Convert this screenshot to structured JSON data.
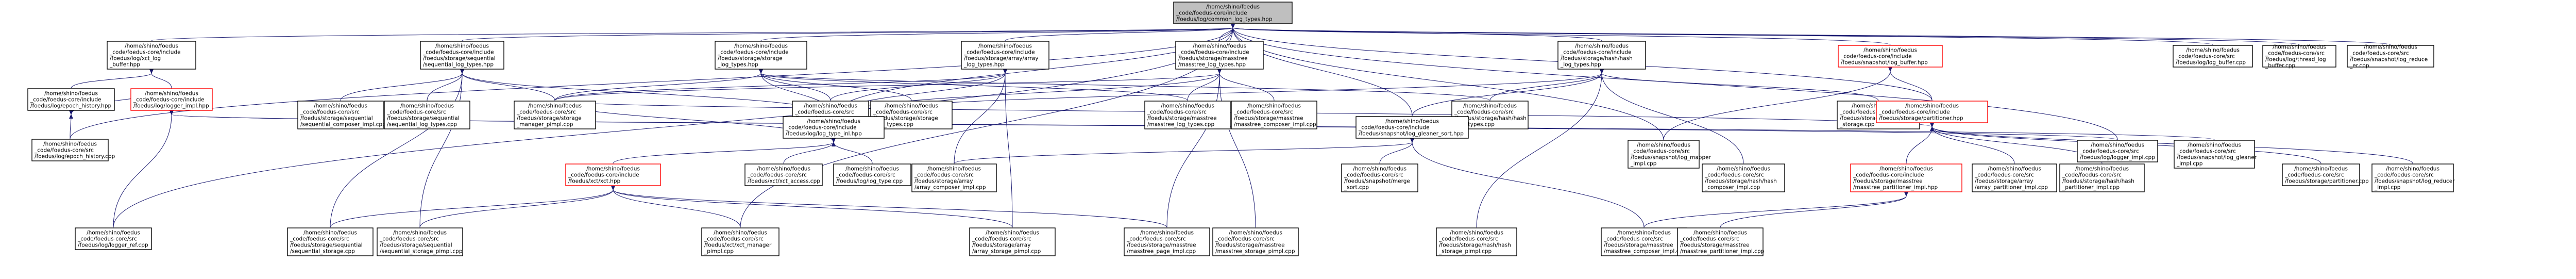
{
  "colors": {
    "root_fill": "#bfbfbf",
    "node_fill": "#ffffff",
    "node_border": "#000000",
    "truncated_border": "#ff0000",
    "edge": "#191970"
  },
  "nodes": [
    {
      "id": "root",
      "root": true,
      "lines": [
        "/home/shino/foedus",
        "_code/foedus-core/include",
        "/foedus/log/common_log_types.hpp"
      ]
    },
    {
      "id": "xct_log",
      "lines": [
        "/home/shino/foedus",
        "_code/foedus-core/include",
        "/foedus/log/xct_log",
        "_buffer.hpp"
      ]
    },
    {
      "id": "seq_log",
      "lines": [
        "/home/shino/foedus",
        "_code/foedus-core/include",
        "/foedus/storage/sequential",
        "/sequential_log_types.hpp"
      ]
    },
    {
      "id": "stor_log",
      "lines": [
        "/home/shino/foedus",
        "_code/foedus-core/include",
        "/foedus/storage/storage",
        "_log_types.hpp"
      ]
    },
    {
      "id": "arr_log",
      "lines": [
        "/home/shino/foedus",
        "_code/foedus-core/include",
        "/foedus/storage/array/array",
        "_log_types.hpp"
      ]
    },
    {
      "id": "mt_log",
      "lines": [
        "/home/shino/foedus",
        "_code/foedus-core/include",
        "/foedus/storage/masstree",
        "/masstree_log_types.hpp"
      ]
    },
    {
      "id": "hash_log",
      "lines": [
        "/home/shino/foedus",
        "_code/foedus-core/include",
        "/foedus/storage/hash/hash",
        "_log_types.hpp"
      ]
    },
    {
      "id": "snap_log_buf",
      "truncated": true,
      "lines": [
        "/home/shino/foedus",
        "_code/foedus-core/include",
        "/foedus/snapshot/log_buffer.hpp"
      ]
    },
    {
      "id": "log_buf_cpp",
      "lines": [
        "/home/shino/foedus",
        "_code/foedus-core/src",
        "/foedus/log/log_buffer.cpp"
      ]
    },
    {
      "id": "thr_log_buf",
      "lines": [
        "/home/shino/foedus",
        "_code/foedus-core/src",
        "/foedus/log/thread_log",
        "_buffer.cpp"
      ]
    },
    {
      "id": "snap_log_red",
      "lines": [
        "/home/shino/foedus",
        "_code/foedus-core/src",
        "/foedus/snapshot/log_reduce",
        "_er.cpp"
      ]
    },
    {
      "id": "epoch_hist",
      "lines": [
        "/home/shino/foedus",
        "_code/foedus-core/include",
        "/foedus/log/epoch_history.hpp"
      ]
    },
    {
      "id": "logger_impl_hpp",
      "truncated": true,
      "lines": [
        "/home/shino/foedus",
        "_code/foedus-core/include",
        "/foedus/log/logger_impl.hpp"
      ]
    },
    {
      "id": "epoch_hist_cpp",
      "lines": [
        "/home/shino/foedus",
        "_code/foedus-core/src",
        "/foedus/log/epoch_history.cpp"
      ]
    },
    {
      "id": "seq_comp",
      "lines": [
        "/home/shino/foedus",
        "_code/foedus-core/src",
        "/foedus/storage/sequential",
        "/sequential_composer_impl.cpp"
      ]
    },
    {
      "id": "seq_log_cpp",
      "lines": [
        "/home/shino/foedus",
        "_code/foedus-core/src",
        "/foedus/storage/sequential",
        "/sequential_log_types.cpp"
      ]
    },
    {
      "id": "stor_man",
      "lines": [
        "/home/shino/foedus",
        "_code/foedus-core/src",
        "/foedus/storage/storage",
        "_manager_pimpl.cpp"
      ]
    },
    {
      "id": "arr_log_cpp",
      "lines": [
        "/home/shino/foedus",
        "_code/foedus-core/src",
        "/foedus/storage/array",
        "/array_log_types.cpp"
      ]
    },
    {
      "id": "stor_log_cpp",
      "lines": [
        "/home/shino/foedus",
        "_code/foedus-core/src",
        "/foedus/storage/storage",
        "_log_types.cpp"
      ]
    },
    {
      "id": "mt_log_cpp",
      "lines": [
        "/home/shino/foedus",
        "_code/foedus-core/src",
        "/foedus/storage/masstree",
        "/masstree_log_types.cpp"
      ]
    },
    {
      "id": "mt_comp",
      "lines": [
        "/home/shino/foedus",
        "_code/foedus-core/src",
        "/foedus/storage/masstree",
        "/masstree_composer_impl.cpp"
      ]
    },
    {
      "id": "hash_log_cpp",
      "lines": [
        "/home/shino/foedus",
        "_code/foedus-core/src",
        "/foedus/storage/hash/hash",
        "_log_types.cpp"
      ]
    },
    {
      "id": "hash_stor",
      "lines": [
        "/home/shino/foedus",
        "_code/foedus-core/src",
        "/foedus/storage/hash/hash",
        "_storage.cpp"
      ]
    },
    {
      "id": "part_hpp",
      "truncated": true,
      "lines": [
        "/home/shino/foedus",
        "_code/foedus-core/include",
        "/foedus/storage/partitioner.hpp"
      ]
    },
    {
      "id": "log_type",
      "lines": [
        "/home/shino/foedus",
        "_code/foedus-core/include",
        "/foedus/log/log_type_inl.hpp"
      ]
    },
    {
      "id": "log_gleaner_sort",
      "lines": [
        "/home/shino/foedus",
        "_code/foedus-core/include",
        "/foedus/snapshot/log_gleaner_sort.hpp"
      ]
    },
    {
      "id": "log_mapper",
      "lines": [
        "/home/shino/foedus",
        "_code/foedus-core/src",
        "/foedus/snapshot/log_mapper",
        "_impl.cpp"
      ]
    },
    {
      "id": "logger_impl_cpp",
      "lines": [
        "/home/shino/foedus",
        "_code/foedus-core/src",
        "/foedus/log/logger_impl.cpp"
      ]
    },
    {
      "id": "log_gleaner_impl",
      "lines": [
        "/home/shino/foedus",
        "_code/foedus-core/src",
        "/foedus/snapshot/log_gleaner",
        "_impl.cpp"
      ]
    },
    {
      "id": "xct_hpp",
      "truncated": true,
      "lines": [
        "/home/shino/foedus",
        "_code/foedus-core/include",
        "/foedus/xct/xct.hpp"
      ]
    },
    {
      "id": "xct_access",
      "lines": [
        "/home/shino/foedus",
        "_code/foedus-core/src",
        "/foedus/xct/xct_access.cpp"
      ]
    },
    {
      "id": "log_type_cpp",
      "lines": [
        "/home/shino/foedus",
        "_code/foedus-core/src",
        "/foedus/log/log_type.cpp"
      ]
    },
    {
      "id": "arr_comp",
      "lines": [
        "/home/shino/foedus",
        "_code/foedus-core/src",
        "/foedus/storage/array",
        "/array_composer_impl.cpp"
      ]
    },
    {
      "id": "merge_sort",
      "lines": [
        "/home/shino/foedus",
        "_code/foedus-core/src",
        "/foedus/snapshot/merge",
        "_sort.cpp"
      ]
    },
    {
      "id": "hash_comp",
      "lines": [
        "/home/shino/foedus",
        "_code/foedus-core/src",
        "/foedus/storage/hash/hash",
        "_composer_impl.cpp"
      ]
    },
    {
      "id": "mt_part_hpp",
      "truncated": true,
      "lines": [
        "/home/shino/foedus",
        "_code/foedus-core/include",
        "/foedus/storage/masstree",
        "/masstree_partitioner_impl.hpp"
      ]
    },
    {
      "id": "arr_part",
      "lines": [
        "/home/shino/foedus",
        "_code/foedus-core/src",
        "/foedus/storage/array",
        "/array_partitioner_impl.cpp"
      ]
    },
    {
      "id": "hash_part",
      "lines": [
        "/home/shino/foedus",
        "_code/foedus-core/src",
        "/foedus/storage/hash/hash",
        "_partitioner_impl.cpp"
      ]
    },
    {
      "id": "partitioner_cpp",
      "lines": [
        "/home/shino/foedus",
        "_code/foedus-core/src",
        "/foedus/storage/partitioner.cpp"
      ]
    },
    {
      "id": "log_reducer_impl",
      "lines": [
        "/home/shino/foedus",
        "_code/foedus-core/src",
        "/foedus/snapshot/log_reducer",
        "_impl.cpp"
      ]
    },
    {
      "id": "logger_ref",
      "lines": [
        "/home/shino/foedus",
        "_code/foedus-core/src",
        "/foedus/log/logger_ref.cpp"
      ]
    },
    {
      "id": "seq_stor",
      "lines": [
        "/home/shino/foedus",
        "_code/foedus-core/src",
        "/foedus/storage/sequential",
        "/sequential_storage.cpp"
      ]
    },
    {
      "id": "seq_stor_pimpl",
      "lines": [
        "/home/shino/foedus",
        "_code/foedus-core/src",
        "/foedus/storage/sequential",
        "/sequential_storage_pimpl.cpp"
      ]
    },
    {
      "id": "xct_man",
      "lines": [
        "/home/shino/foedus",
        "_code/foedus-core/src",
        "/foedus/xct/xct_manager",
        "_pimpl.cpp"
      ]
    },
    {
      "id": "arr_stor",
      "lines": [
        "/home/shino/foedus",
        "_code/foedus-core/src",
        "/foedus/storage/array",
        "/array_storage_pimpl.cpp"
      ]
    },
    {
      "id": "mt_page",
      "lines": [
        "/home/shino/foedus",
        "_code/foedus-core/src",
        "/foedus/storage/masstree",
        "/masstree_page_impl.cpp"
      ]
    },
    {
      "id": "mt_stor",
      "lines": [
        "/home/shino/foedus",
        "_code/foedus-core/src",
        "/foedus/storage/masstree",
        "/masstree_storage_pimpl.cpp"
      ]
    },
    {
      "id": "hash_stor_pimpl",
      "lines": [
        "/home/shino/foedus",
        "_code/foedus-core/src",
        "/foedus/storage/hash/hash",
        "_storage_pimpl.cpp"
      ]
    },
    {
      "id": "mt_comp2",
      "lines": [
        "/home/shino/foedus",
        "_code/foedus-core/src",
        "/foedus/storage/masstree",
        "/masstree_composer_impl.cpp"
      ]
    },
    {
      "id": "mt_part_cpp",
      "lines": [
        "/home/shino/foedus",
        "_code/foedus-core/src",
        "/foedus/storage/masstree",
        "/masstree_partitioner_impl.cpp"
      ]
    }
  ],
  "edges": [
    [
      "root",
      "xct_log"
    ],
    [
      "root",
      "seq_log"
    ],
    [
      "root",
      "stor_log"
    ],
    [
      "root",
      "arr_log"
    ],
    [
      "root",
      "mt_log"
    ],
    [
      "root",
      "hash_log"
    ],
    [
      "root",
      "snap_log_buf"
    ],
    [
      "root",
      "log_buf_cpp"
    ],
    [
      "root",
      "thr_log_buf"
    ],
    [
      "root",
      "snap_log_red"
    ],
    [
      "root",
      "logger_ref"
    ],
    [
      "root",
      "log_type"
    ],
    [
      "root",
      "log_gleaner_sort"
    ],
    [
      "root",
      "logger_impl_cpp"
    ],
    [
      "root",
      "epoch_hist_cpp"
    ],
    [
      "root",
      "log_mapper"
    ],
    [
      "root",
      "part_hpp"
    ],
    [
      "root",
      "xct_man"
    ],
    [
      "xct_log",
      "epoch_hist"
    ],
    [
      "xct_log",
      "logger_impl_hpp"
    ],
    [
      "epoch_hist",
      "epoch_hist_cpp"
    ],
    [
      "epoch_hist",
      "logger_impl_hpp"
    ],
    [
      "logger_impl_hpp",
      "logger_ref"
    ],
    [
      "logger_impl_hpp",
      "logger_impl_cpp"
    ],
    [
      "logger_impl_hpp",
      "log_gleaner_impl"
    ],
    [
      "seq_log",
      "seq_comp"
    ],
    [
      "seq_log",
      "seq_log_cpp"
    ],
    [
      "seq_log",
      "stor_man"
    ],
    [
      "seq_log",
      "seq_stor"
    ],
    [
      "seq_log",
      "seq_stor_pimpl"
    ],
    [
      "seq_log",
      "log_type"
    ],
    [
      "stor_log",
      "arr_log_cpp"
    ],
    [
      "stor_log",
      "stor_log_cpp"
    ],
    [
      "stor_log",
      "mt_log_cpp"
    ],
    [
      "stor_log",
      "hash_log_cpp"
    ],
    [
      "stor_log",
      "log_type"
    ],
    [
      "stor_log",
      "stor_man"
    ],
    [
      "arr_log",
      "arr_comp"
    ],
    [
      "arr_log",
      "arr_log_cpp"
    ],
    [
      "arr_log",
      "arr_stor"
    ],
    [
      "arr_log",
      "log_type"
    ],
    [
      "arr_log",
      "stor_man"
    ],
    [
      "mt_log",
      "mt_log_cpp"
    ],
    [
      "mt_log",
      "mt_comp"
    ],
    [
      "mt_log",
      "mt_page"
    ],
    [
      "mt_log",
      "mt_stor"
    ],
    [
      "mt_log",
      "log_type"
    ],
    [
      "mt_log",
      "stor_man"
    ],
    [
      "hash_log",
      "hash_log_cpp"
    ],
    [
      "hash_log",
      "hash_stor"
    ],
    [
      "hash_log",
      "hash_comp"
    ],
    [
      "hash_log",
      "hash_stor_pimpl"
    ],
    [
      "hash_log",
      "log_type"
    ],
    [
      "hash_log",
      "log_gleaner_sort"
    ],
    [
      "snap_log_buf",
      "part_hpp"
    ],
    [
      "snap_log_buf",
      "log_mapper"
    ],
    [
      "part_hpp",
      "mt_part_hpp"
    ],
    [
      "part_hpp",
      "arr_part"
    ],
    [
      "part_hpp",
      "hash_part"
    ],
    [
      "part_hpp",
      "partitioner_cpp"
    ],
    [
      "part_hpp",
      "log_reducer_impl"
    ],
    [
      "part_hpp",
      "stor_man"
    ],
    [
      "log_type",
      "xct_hpp"
    ],
    [
      "log_type",
      "xct_access"
    ],
    [
      "log_type",
      "log_type_cpp"
    ],
    [
      "log_type",
      "stor_man"
    ],
    [
      "xct_hpp",
      "seq_stor"
    ],
    [
      "xct_hpp",
      "seq_stor_pimpl"
    ],
    [
      "xct_hpp",
      "xct_man"
    ],
    [
      "xct_hpp",
      "arr_stor"
    ],
    [
      "xct_hpp",
      "mt_page"
    ],
    [
      "log_gleaner_sort",
      "merge_sort"
    ],
    [
      "log_gleaner_sort",
      "mt_comp2"
    ],
    [
      "log_gleaner_sort",
      "arr_comp"
    ],
    [
      "mt_part_hpp",
      "mt_comp2"
    ],
    [
      "mt_part_hpp",
      "mt_part_cpp"
    ]
  ]
}
